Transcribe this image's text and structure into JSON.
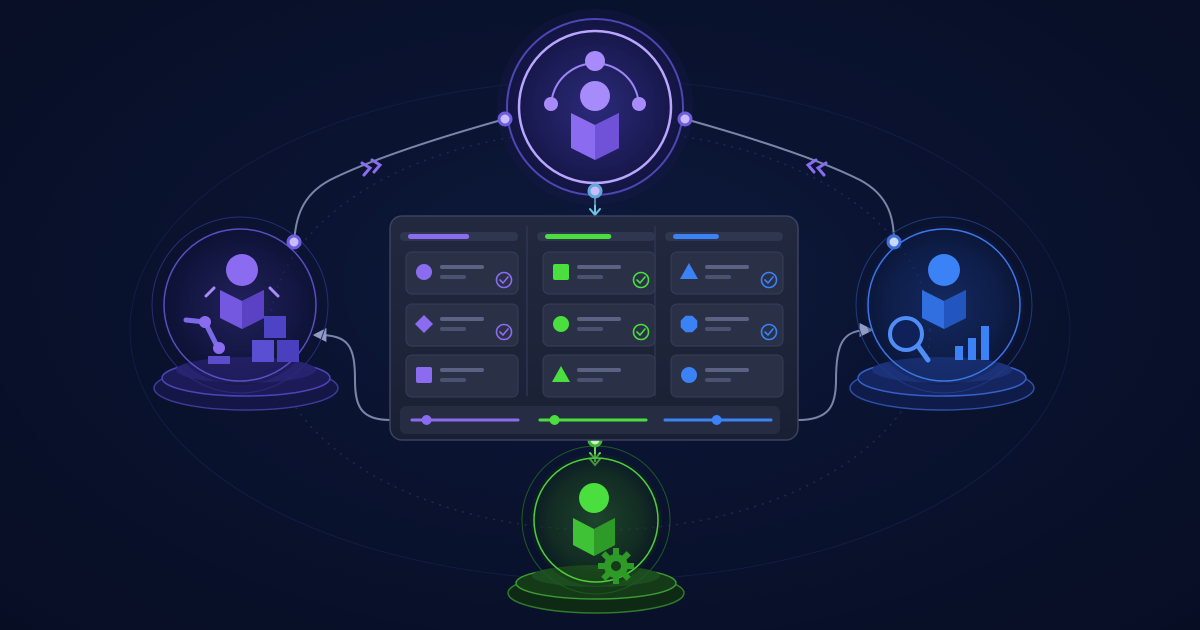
{
  "colors": {
    "background": "#0a1330",
    "purple": "#8b6cf0",
    "purple_light": "#a78bfa",
    "green": "#4ade3f",
    "blue": "#3b82f6",
    "board_bg": "#1c2236",
    "card_bg": "#262d42",
    "connector": "#7a86a8"
  },
  "agents": [
    {
      "id": "orchestrator",
      "color": "purple",
      "icons": [
        "person-icon",
        "book-icon",
        "team-orbit-icon"
      ]
    },
    {
      "id": "builder",
      "color": "purple",
      "icons": [
        "person-icon",
        "book-icon",
        "robot-arm-icon",
        "boxes-icon"
      ]
    },
    {
      "id": "analyst",
      "color": "blue",
      "icons": [
        "person-icon",
        "book-icon",
        "magnifier-icon",
        "bar-chart-icon"
      ]
    },
    {
      "id": "operator",
      "color": "green",
      "icons": [
        "person-icon",
        "book-icon",
        "gear-icon"
      ]
    }
  ],
  "board": {
    "columns": [
      {
        "color": "purple",
        "progress": 0.6,
        "cards": [
          {
            "shape": "circle",
            "checked": true
          },
          {
            "shape": "diamond",
            "checked": true
          },
          {
            "shape": "square",
            "checked": false
          }
        ]
      },
      {
        "color": "green",
        "progress": 0.65,
        "cards": [
          {
            "shape": "square",
            "checked": true
          },
          {
            "shape": "circle",
            "checked": true
          },
          {
            "shape": "triangle",
            "checked": false
          }
        ]
      },
      {
        "color": "blue",
        "progress": 0.45,
        "cards": [
          {
            "shape": "triangle",
            "checked": true
          },
          {
            "shape": "octagon",
            "checked": true
          },
          {
            "shape": "circle",
            "checked": false
          }
        ]
      }
    ],
    "timeline": [
      {
        "color": "purple",
        "position": 0.1
      },
      {
        "color": "green",
        "position": 0.1
      },
      {
        "color": "blue",
        "position": 0.45
      }
    ]
  }
}
